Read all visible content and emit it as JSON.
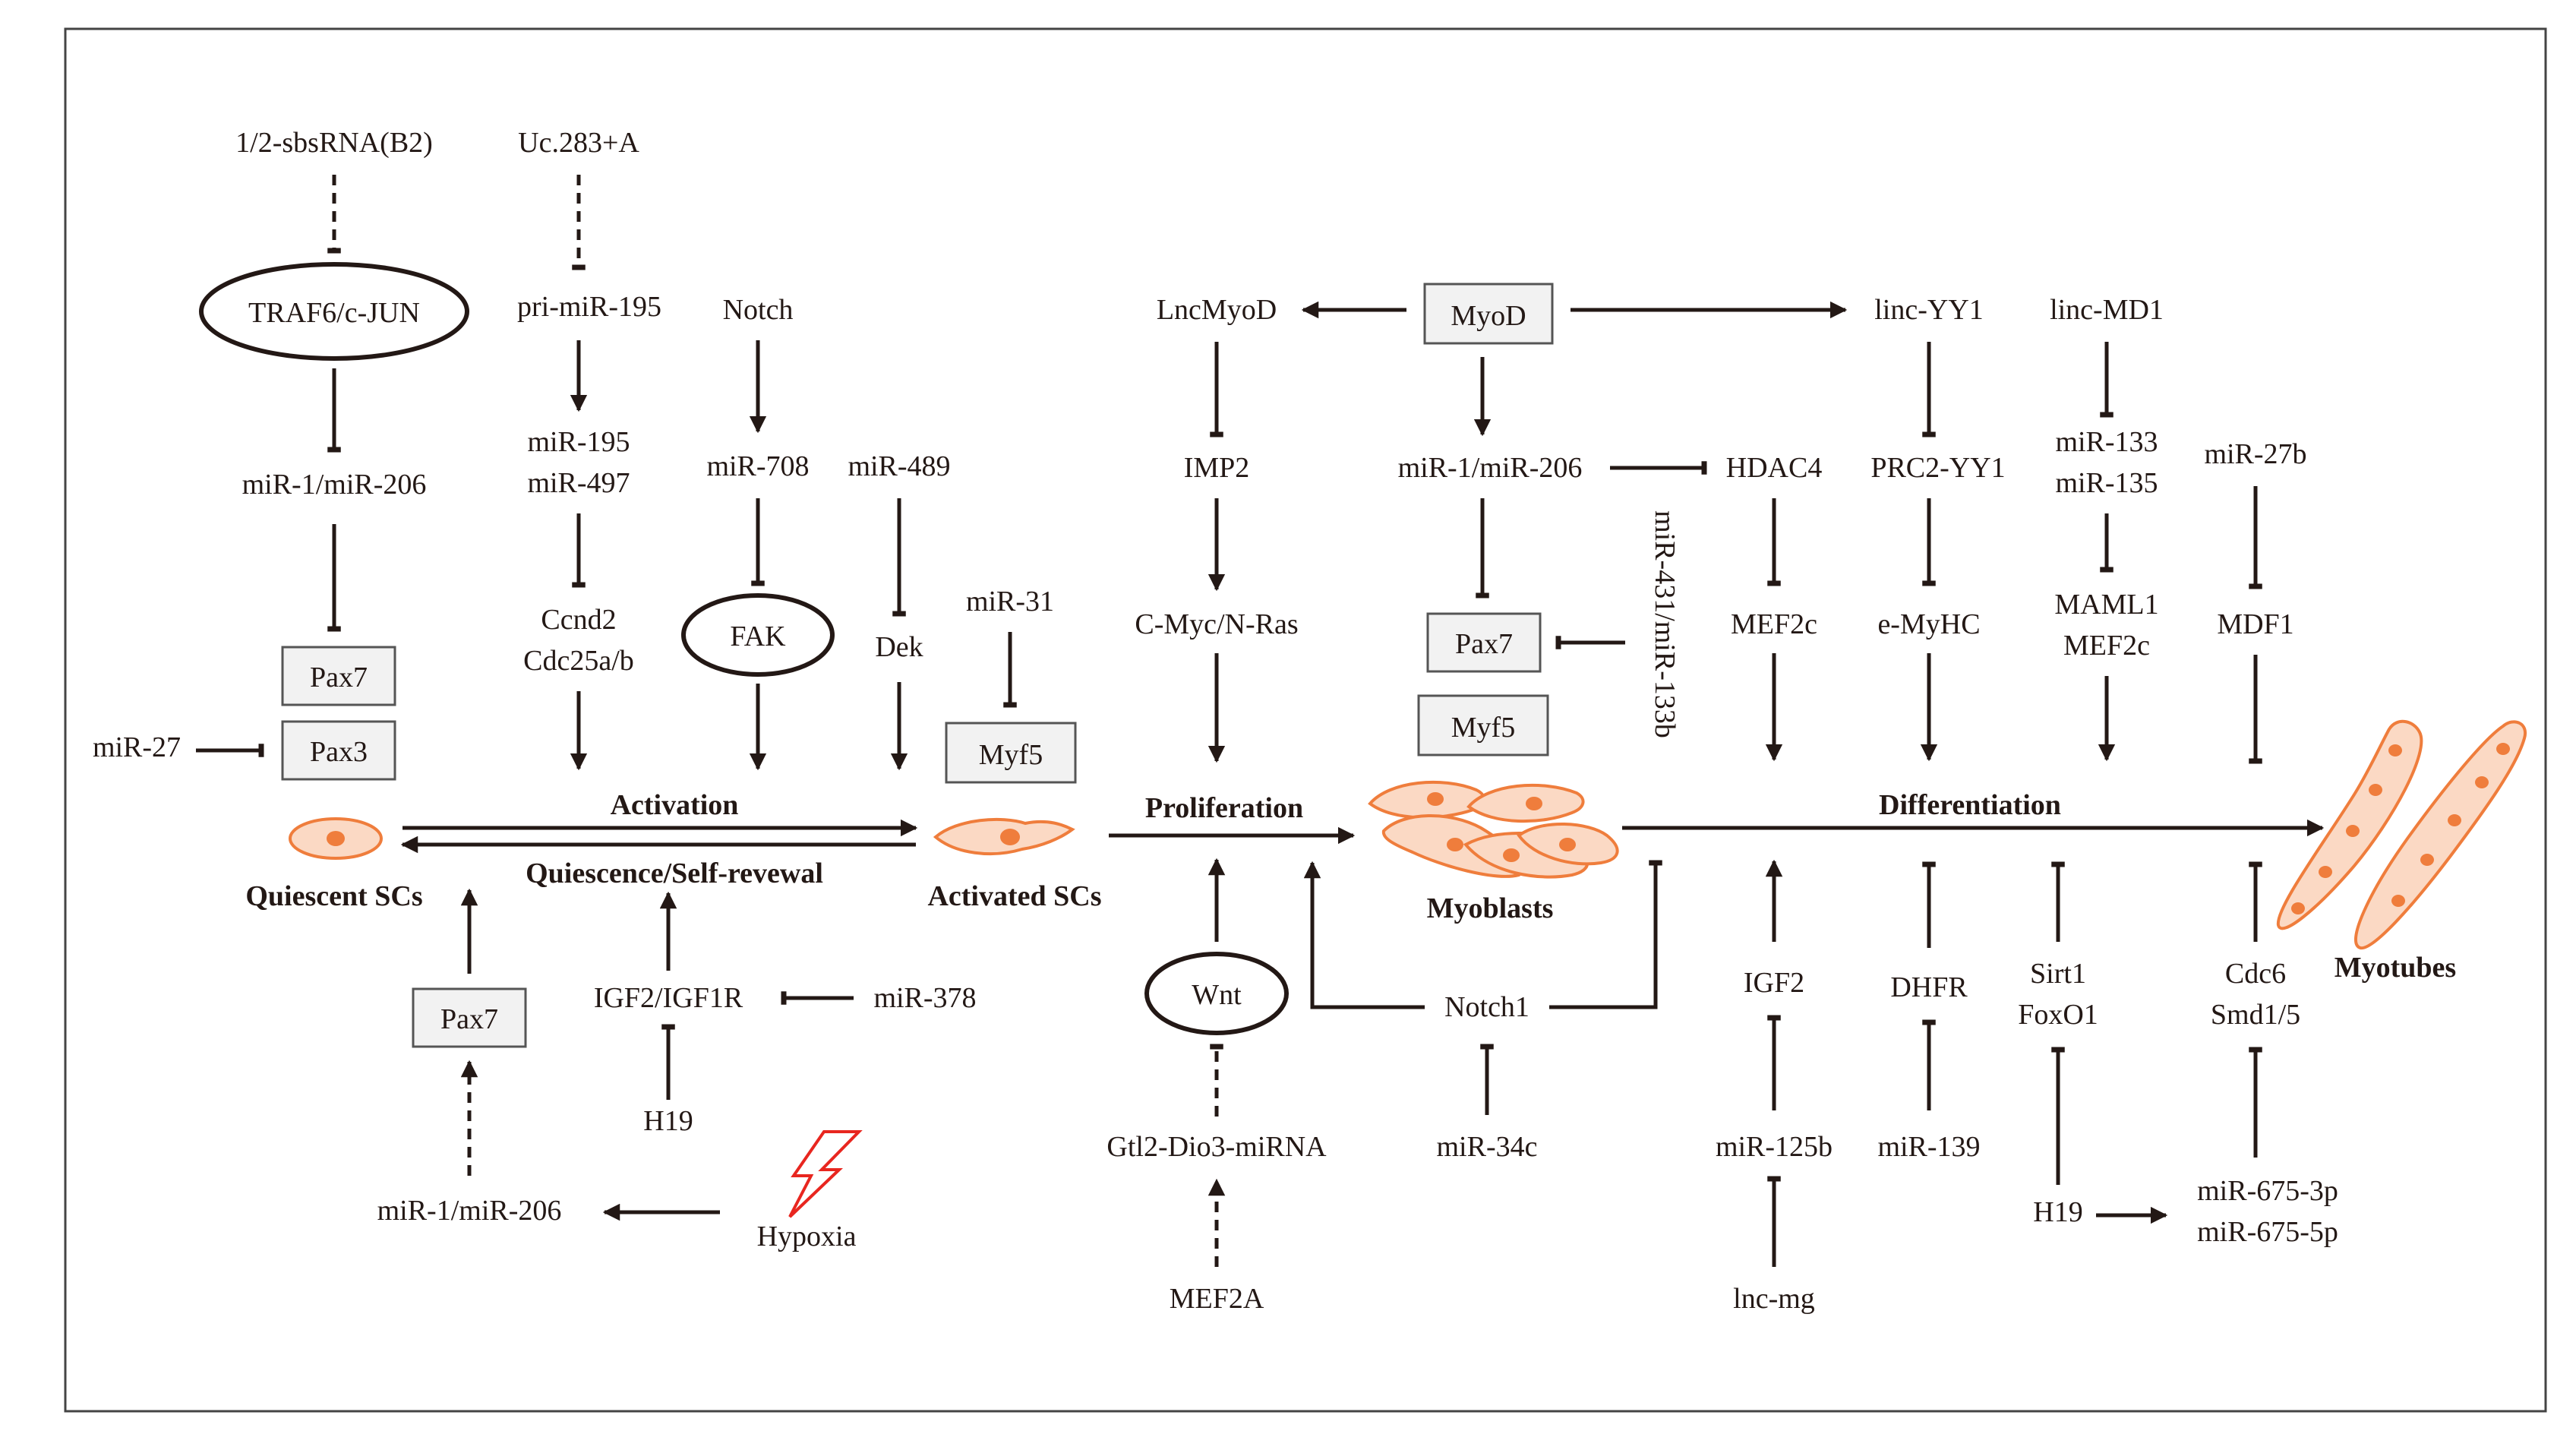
{
  "colors": {
    "line": "#231815",
    "cell_fill": "#fbd9c4",
    "cell_stroke": "#ef7d3c",
    "nucleus": "#ef7d3c",
    "hypoxia": "#e8261f",
    "box_fill": "#f2f2f2"
  },
  "stages": {
    "activation": "Activation",
    "quiescence": "Quiescence/Self-revewal",
    "proliferation": "Proliferation",
    "differentiation": "Differentiation"
  },
  "cells": {
    "quiescent": "Quiescent SCs",
    "activated": "Activated SCs",
    "myoblasts": "Myoblasts",
    "myotubes": "Myotubes"
  },
  "nodes": {
    "sbsrna": "1/2-sbsRNA(B2)",
    "uc283": "Uc.283+A",
    "traf6": "TRAF6/c-JUN",
    "primir195": "pri-miR-195",
    "notch": "Notch",
    "mir1_206_a": "miR-1/miR-206",
    "mir195": "miR-195",
    "mir497": "miR-497",
    "mir708": "miR-708",
    "mir489": "miR-489",
    "ccnd2": "Ccnd2",
    "cdc25": "Cdc25a/b",
    "fak": "FAK",
    "dek": "Dek",
    "mir31": "miR-31",
    "pax7_a": "Pax7",
    "pax3": "Pax3",
    "mir27": "miR-27",
    "myf5_a": "Myf5",
    "pax7_b": "Pax7",
    "igf2_igf1r": "IGF2/IGF1R",
    "mir378": "miR-378",
    "h19_a": "H19",
    "mir1_206_b": "miR-1/miR-206",
    "hypoxia": "Hypoxia",
    "lncmyod": "LncMyoD",
    "myod": "MyoD",
    "lincyy1": "linc-YY1",
    "lincmd1": "linc-MD1",
    "imp2": "IMP2",
    "mir1_206_c": "miR-1/miR-206",
    "hdac4": "HDAC4",
    "prc2yy1": "PRC2-YY1",
    "mir133": "miR-133",
    "mir135": "miR-135",
    "mir27b": "miR-27b",
    "cmyc": "C-Myc/N-Ras",
    "pax7_c": "Pax7",
    "mir431": "miR-431/miR-133b",
    "mef2c_a": "MEF2c",
    "emyhc": "e-MyHC",
    "maml1": "MAML1",
    "mef2c_b": "MEF2c",
    "mdf1": "MDF1",
    "myf5_b": "Myf5",
    "wnt": "Wnt",
    "notch1": "Notch1",
    "gtl2": "Gtl2-Dio3-miRNA",
    "mir34c": "miR-34c",
    "mef2a": "MEF2A",
    "igf2": "IGF2",
    "dhfr": "DHFR",
    "sirt1": "Sirt1",
    "foxo1": "FoxO1",
    "cdc6": "Cdc6",
    "smd15": "Smd1/5",
    "mir125b": "miR-125b",
    "mir139": "miR-139",
    "lncmg": "lnc-mg",
    "h19_b": "H19",
    "mir675_3p": "miR-675-3p",
    "mir675_5p": "miR-675-5p"
  }
}
